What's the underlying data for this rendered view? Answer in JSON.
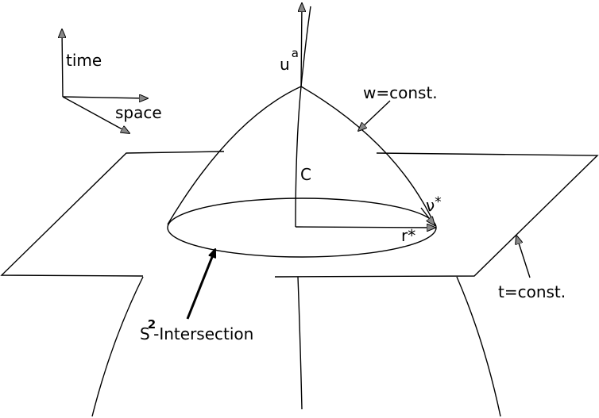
{
  "labels": {
    "time": "time",
    "space": "space",
    "u": "u",
    "u_sup": "a",
    "w_const": "w=const.",
    "C": "C",
    "nu": "ν",
    "nu_sup": "*",
    "r": "r*",
    "t_const": "t=const.",
    "S": "S",
    "S_sup": "2",
    "intersection": "-Intersection"
  }
}
